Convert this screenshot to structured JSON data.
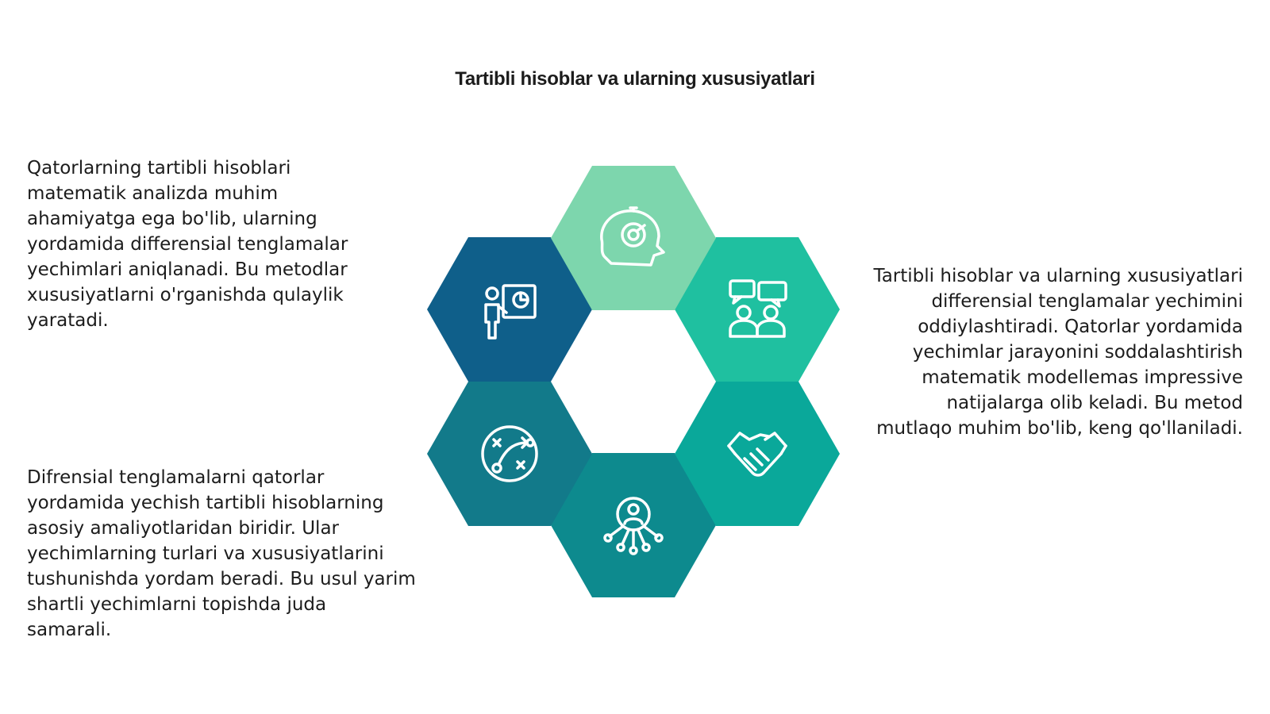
{
  "title": "Tartibli hisoblar va ularning xususiyatlari",
  "paragraphs": {
    "top_left": "Qatorlarning tartibli hisoblari matematik analizda muhim ahamiyatga ega bo'lib, ularning yordamida differensial tenglamalar yechimlari aniqlanadi. Bu metodlar xususiyatlarni o'rganishda qulaylik yaratadi.",
    "bottom_left": "Difrensial tenglamalarni qatorlar yordamida yechish tartibli hisoblarning asosiy amaliyotlaridan biridir. Ular yechimlarning turlari va xususiyatlarini tushunishda yordam beradi. Bu usul yarim shartli yechimlarni topishda juda samarali.",
    "right": "Tartibli hisoblar va ularning xususiyatlari differensial tenglamalar yechimini oddiylashtiradi. Qatorlar yordamida yechimlar jarayonini soddalashtirish matematik modellemas impressive natijalarga olib keladi. Bu metod mutlaqo muhim bo'lib, keng qo'llaniladi."
  },
  "hexagons": [
    {
      "name": "hex-top",
      "color": "#7dd6ad",
      "icon": "head-gear-icon"
    },
    {
      "name": "hex-upper-right",
      "color": "#1fc0a0",
      "icon": "group-chat-icon"
    },
    {
      "name": "hex-lower-right",
      "color": "#0aa89a",
      "icon": "handshake-icon"
    },
    {
      "name": "hex-bottom",
      "color": "#0d8a8e",
      "icon": "user-network-icon"
    },
    {
      "name": "hex-lower-left",
      "color": "#127a8a",
      "icon": "strategy-icon"
    },
    {
      "name": "hex-upper-left",
      "color": "#0f5f8a",
      "icon": "presentation-icon"
    }
  ]
}
